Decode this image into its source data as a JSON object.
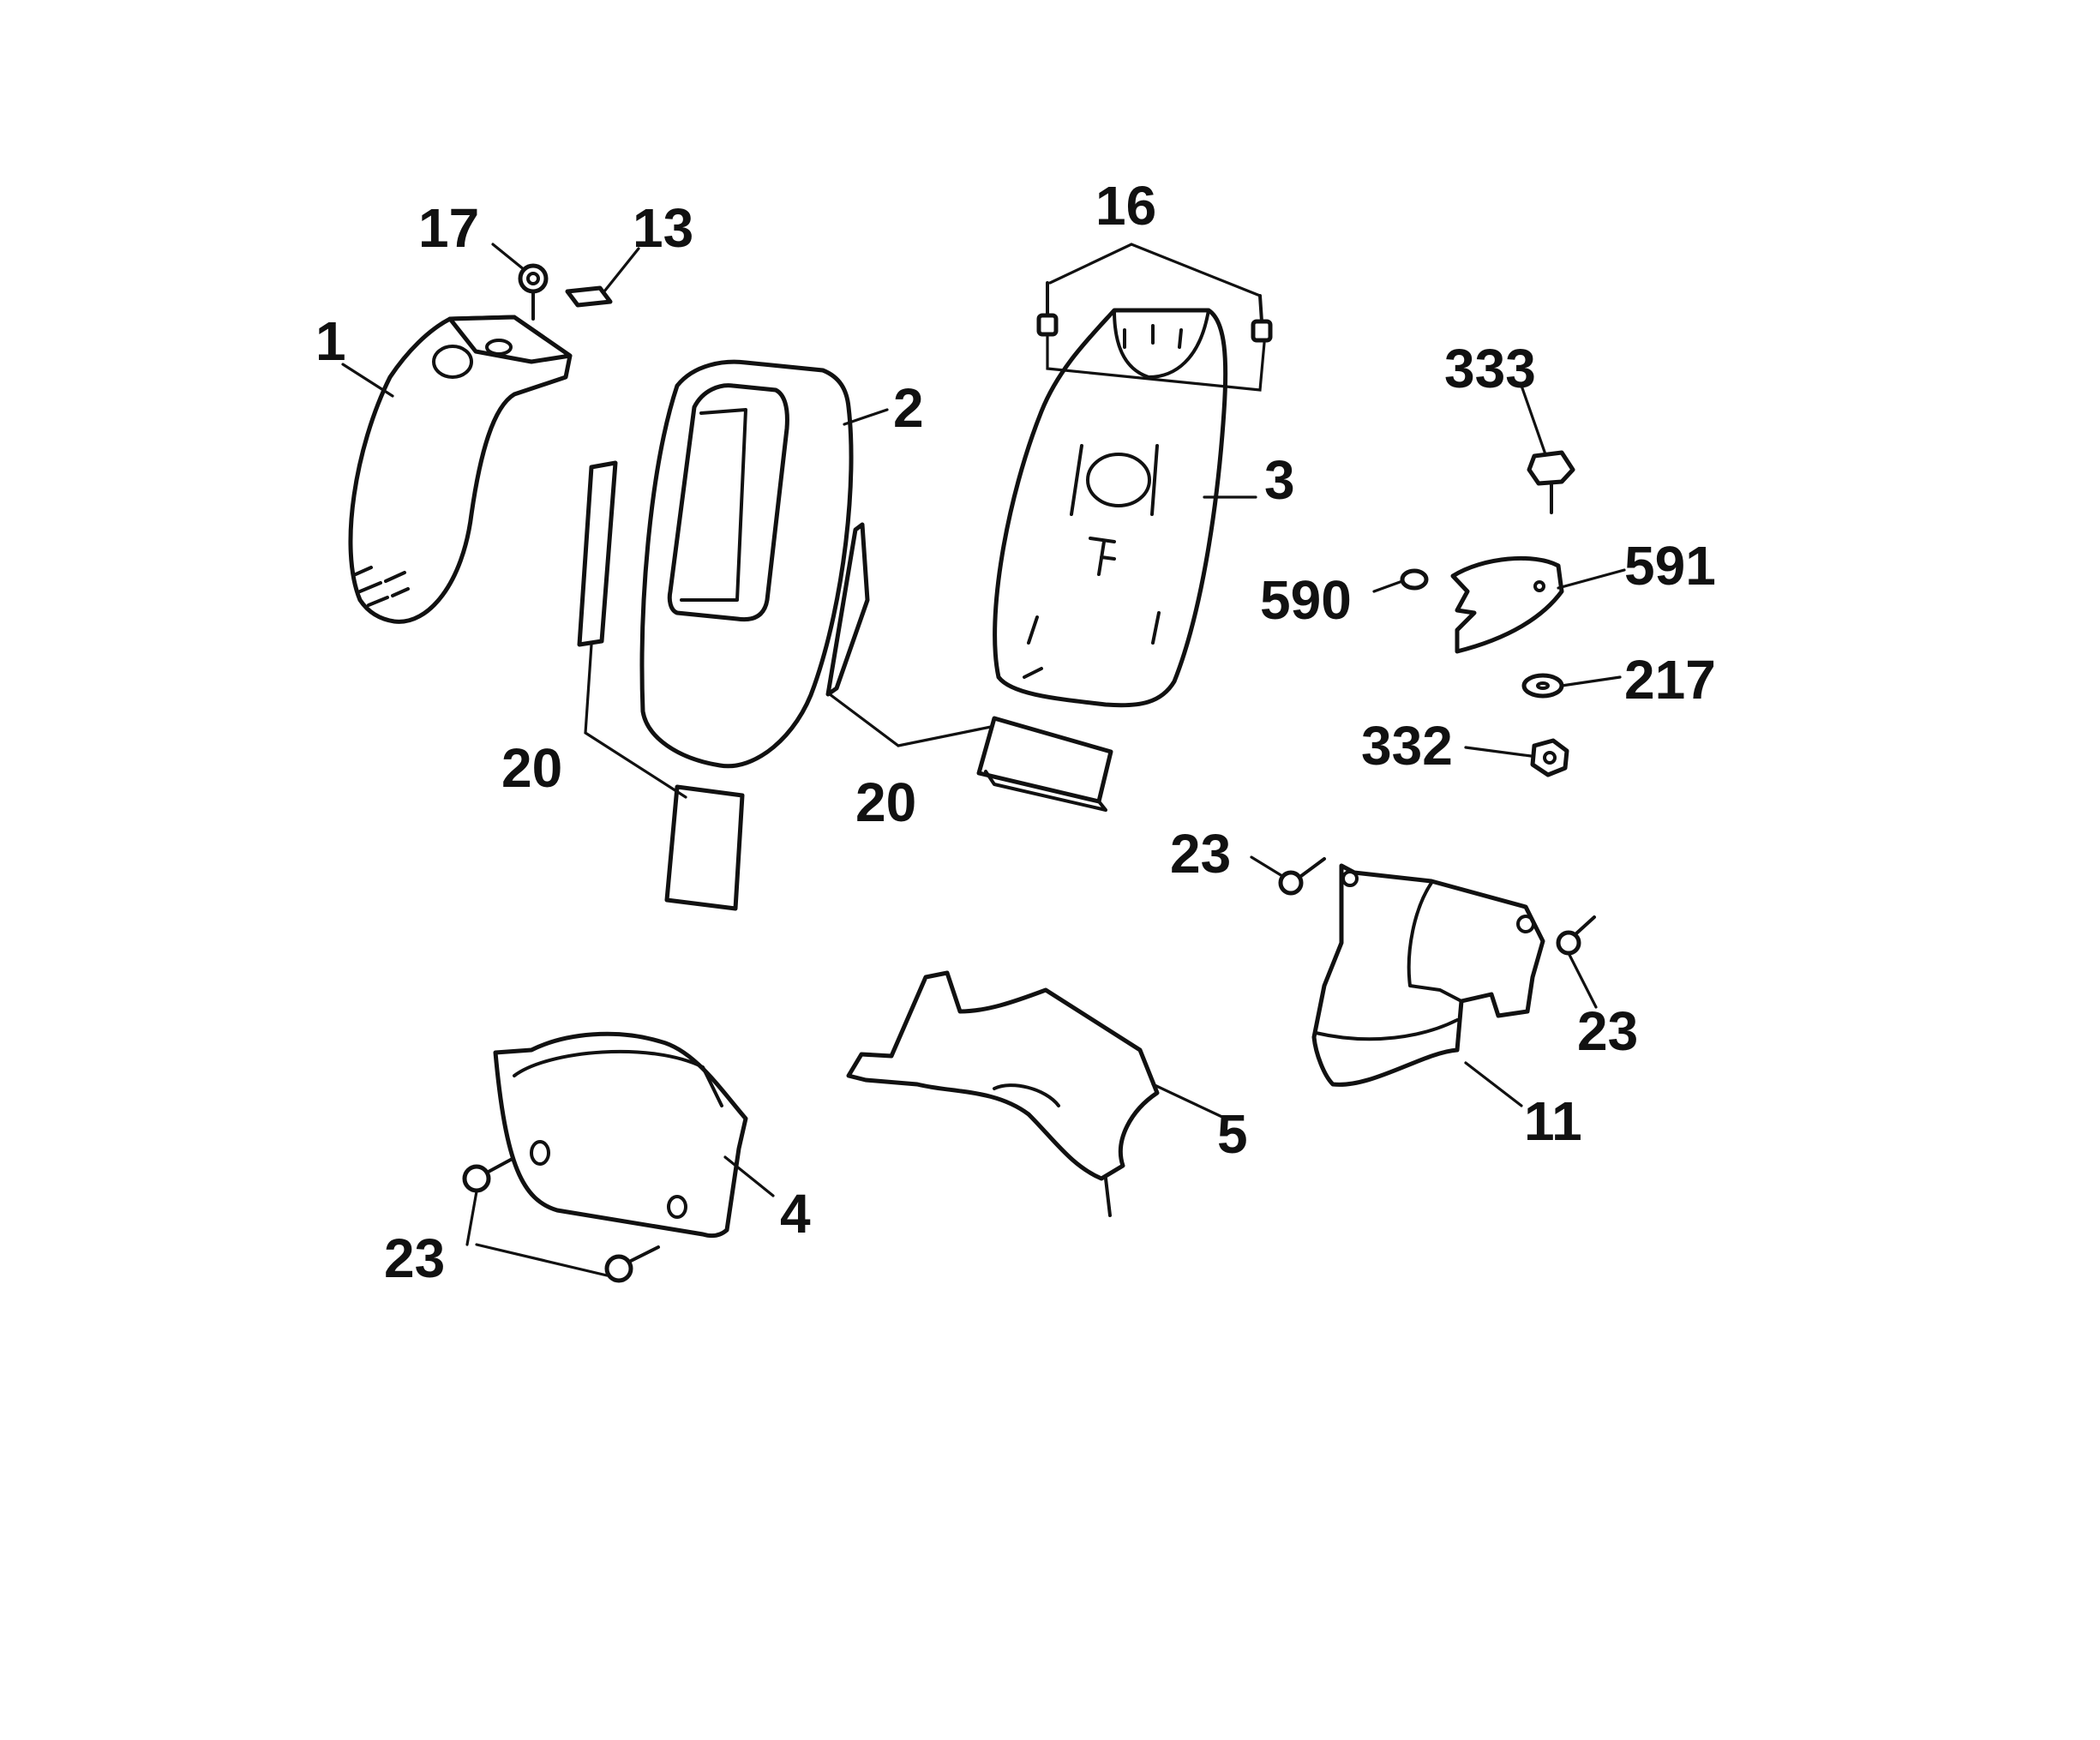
{
  "diagram": {
    "colors": {
      "ink": "#111111",
      "background": "#ffffff"
    },
    "callouts": {
      "c1": "1",
      "c2": "2",
      "c3": "3",
      "c4": "4",
      "c5": "5",
      "c11": "11",
      "c13": "13",
      "c16": "16",
      "c17": "17",
      "c20a": "20",
      "c20b": "20",
      "c23a": "23",
      "c23b": "23",
      "c23c": "23",
      "c217": "217",
      "c332": "332",
      "c333": "333",
      "c590": "590",
      "c591": "591"
    }
  }
}
